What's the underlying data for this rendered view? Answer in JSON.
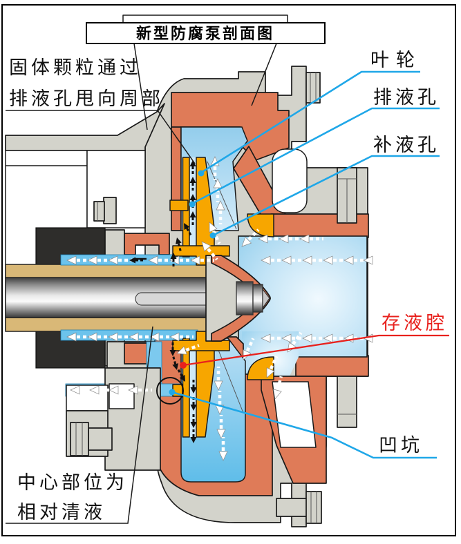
{
  "title": {
    "text": "新型防腐泵剖面图"
  },
  "annotations": {
    "solid_particles_line1": "固体颗粒通过",
    "solid_particles_line2": "排液孔甩向周部",
    "impeller": "叶轮",
    "drain_hole": "排液孔",
    "refill_hole": "补液孔",
    "storage_chamber": "存液腔",
    "pit": "凹坑",
    "center_line1": "中心部位为",
    "center_line2": "相对清液"
  },
  "colors": {
    "casing_gray": "#D3D3CB",
    "lining_salmon": "#DF7B58",
    "impeller_orange": "#F7A600",
    "sleeve_tan": "#D9B877",
    "seal_black": "#2E2D2B",
    "liquid_blue_dark": "#93CDEC",
    "liquid_blue_light": "#D3EBF9",
    "liquid_center_glow": "#F0F9FE",
    "channel_blue": "#6CC3EC",
    "leader_blue": "#1FA7E8",
    "leader_red": "#E8211D"
  }
}
